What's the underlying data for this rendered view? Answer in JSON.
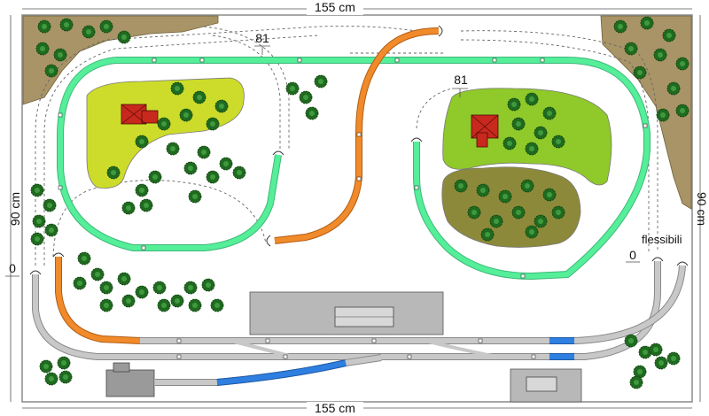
{
  "dimensions": {
    "top": "155 cm",
    "bottom": "155 cm",
    "left": "90 cm",
    "right": "90 cm"
  },
  "elevations": {
    "left_top": "81",
    "right_top": "81",
    "left_side": "0",
    "right_side": "0"
  },
  "notes": {
    "flex_track": "flessibili"
  },
  "colors": {
    "board_border": "#8a8a8a",
    "mountain_rock": "#a89466",
    "grass_light": "#cddc2a",
    "grass_mid": "#8fc92a",
    "grass_dark": "#8c8a3a",
    "track_green": "#55ee99",
    "track_orange": "#f08a2a",
    "track_gray": "#c8c8c8",
    "track_blue": "#2f7fe0",
    "house_roof": "#c8281e",
    "station_fill": "#b8b8b8",
    "tree": "#1f6a1f"
  },
  "icons": [
    "tree-icon",
    "house-icon",
    "buffer-stop-icon",
    "switch-icon",
    "dimension-arrow-icon"
  ]
}
